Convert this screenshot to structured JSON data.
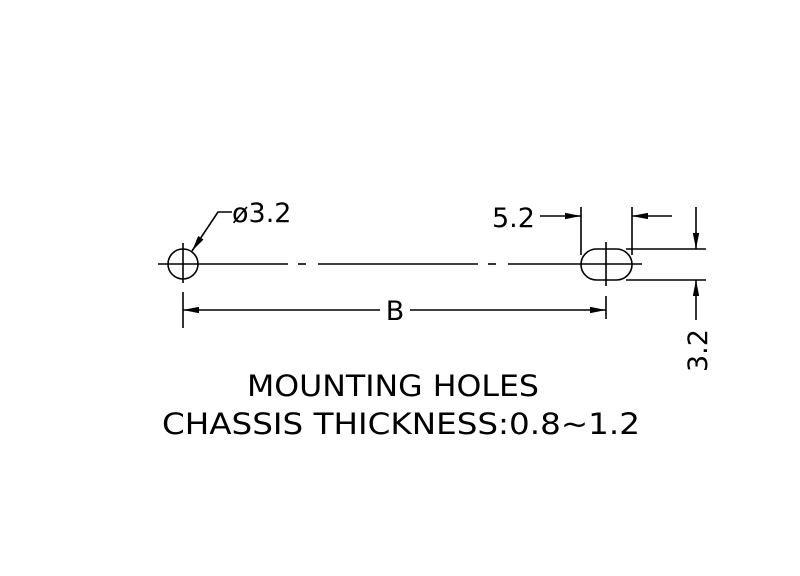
{
  "drawing": {
    "hole_diameter_label": "ø3.2",
    "slot_width_label": "5.2",
    "slot_height_label": "3.2",
    "spacing_label": "B",
    "title_line_1": "MOUNTING HOLES",
    "title_line_2": "CHASSIS THICKNESS:0.8~1.2"
  },
  "colors": {
    "line": "#000000",
    "background": "#ffffff"
  }
}
